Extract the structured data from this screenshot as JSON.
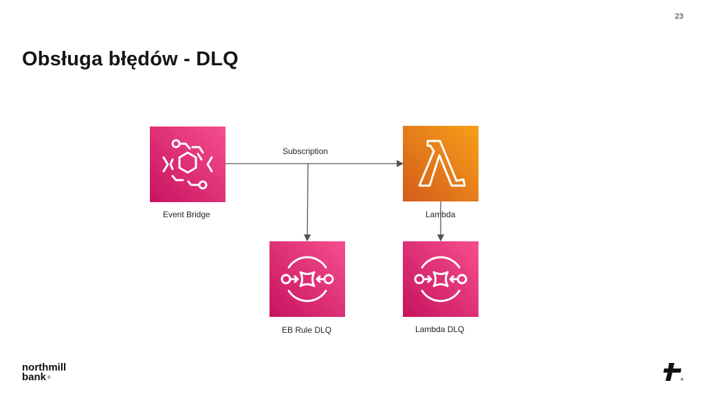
{
  "slide": {
    "page_number": "23",
    "title": "Obsługa błędów - DLQ"
  },
  "diagram": {
    "nodes": {
      "event_bridge": {
        "label": "Event Bridge",
        "icon": "eventbridge-icon",
        "color_top": "#f54f8e",
        "color_bottom": "#c7135f"
      },
      "lambda": {
        "label": "Lambda",
        "icon": "lambda-icon",
        "color_top": "#f7a01a",
        "color_bottom": "#d35c1a"
      },
      "eb_rule_dlq": {
        "label": "EB Rule DLQ",
        "icon": "sqs-queue-icon",
        "color_top": "#f54f8e",
        "color_bottom": "#c7135f"
      },
      "lambda_dlq": {
        "label": "Lambda DLQ",
        "icon": "sqs-queue-icon",
        "color_top": "#f54f8e",
        "color_bottom": "#c7135f"
      }
    },
    "edges": {
      "subscription_label": "Subscription"
    }
  },
  "branding": {
    "logo_line1": "northmill",
    "logo_line2": "bank"
  }
}
